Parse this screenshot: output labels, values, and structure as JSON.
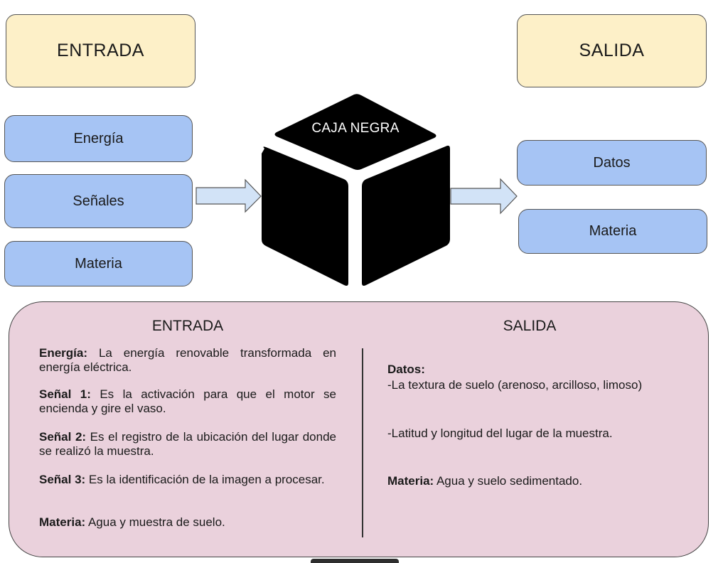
{
  "top": {
    "entrada_header": "ENTRADA",
    "salida_header": "SALIDA",
    "inputs": [
      "Energía",
      "Señales",
      "Materia"
    ],
    "outputs": [
      "Datos",
      "Materia"
    ],
    "black_box_label": "CAJA NEGRA"
  },
  "colors": {
    "header_fill": "#fdf0c8",
    "item_fill": "#a6c4f4",
    "arrow_fill": "#d2e3f7",
    "cube_fill": "#000000",
    "panel_fill": "#ead1dc"
  },
  "panel": {
    "left_title": "ENTRADA",
    "right_title": "SALIDA",
    "left": [
      {
        "term": "Energía:",
        "text": " La energía renovable transformada en energía eléctrica."
      },
      {
        "term": "Señal 1:",
        "text": " Es la activación para que el  motor se encienda y gire el vaso."
      },
      {
        "term": "Señal 2:",
        "text": " Es el registro de la ubicación del lugar donde se realizó la muestra."
      },
      {
        "term": "Señal 3:",
        "text": " Es la identificación de la imagen a procesar."
      },
      {
        "term": "Materia:",
        "text": " Agua y  muestra de suelo."
      }
    ],
    "right": {
      "datos_term": "Datos:",
      "datos_line1": "-La textura de suelo (arenoso, arcilloso, limoso)",
      "datos_line2": "-Latitud y longitud del lugar de la muestra.",
      "materia_term": "Materia:",
      "materia_text": " Agua y suelo  sedimentado."
    }
  }
}
